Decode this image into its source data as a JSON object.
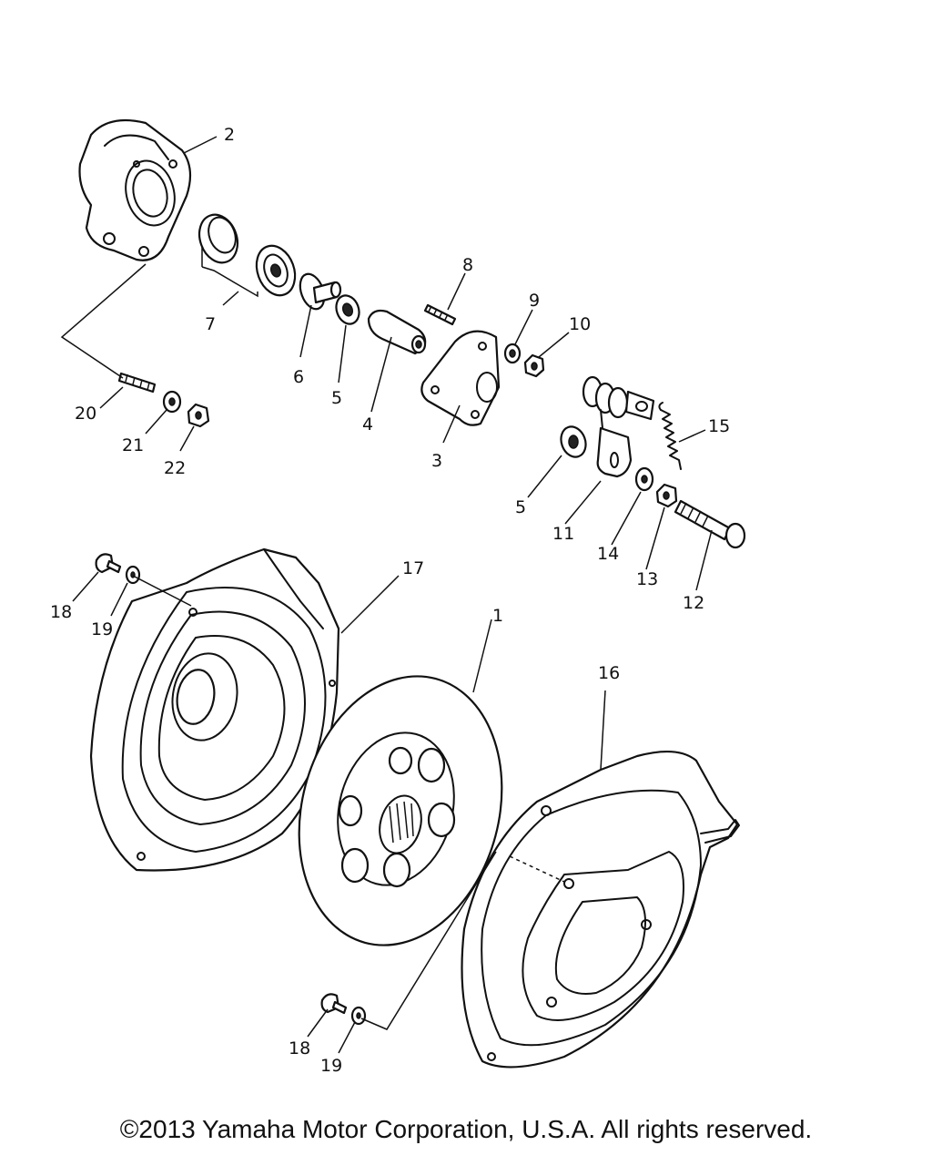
{
  "callouts": [
    {
      "id": "p2",
      "text": "2"
    },
    {
      "id": "p8",
      "text": "8"
    },
    {
      "id": "p9",
      "text": "9"
    },
    {
      "id": "p10",
      "text": "10"
    },
    {
      "id": "p7",
      "text": "7"
    },
    {
      "id": "p6",
      "text": "6"
    },
    {
      "id": "p5a",
      "text": "5"
    },
    {
      "id": "p4",
      "text": "4"
    },
    {
      "id": "p3",
      "text": "3"
    },
    {
      "id": "p20",
      "text": "20"
    },
    {
      "id": "p21",
      "text": "21"
    },
    {
      "id": "p22",
      "text": "22"
    },
    {
      "id": "p15",
      "text": "15"
    },
    {
      "id": "p5b",
      "text": "5"
    },
    {
      "id": "p11",
      "text": "11"
    },
    {
      "id": "p14",
      "text": "14"
    },
    {
      "id": "p13",
      "text": "13"
    },
    {
      "id": "p12",
      "text": "12"
    },
    {
      "id": "p18a",
      "text": "18"
    },
    {
      "id": "p19a",
      "text": "19"
    },
    {
      "id": "p17",
      "text": "17"
    },
    {
      "id": "p1",
      "text": "1"
    },
    {
      "id": "p16",
      "text": "16"
    },
    {
      "id": "p18b",
      "text": "18"
    },
    {
      "id": "p19b",
      "text": "19"
    }
  ],
  "copyright": "©2013 Yamaha Motor Corporation, U.S.A. All rights reserved."
}
